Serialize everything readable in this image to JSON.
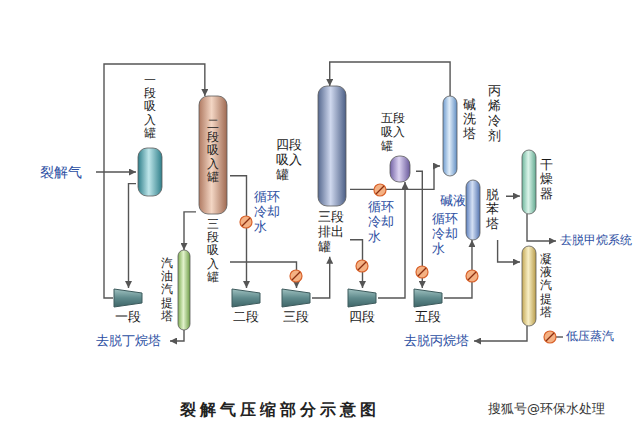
{
  "diagram": {
    "title": "裂解气压缩部分示意图",
    "nodes": [
      {
        "text": [
          "一段吸入罐"
        ]
      },
      {
        "text": [
          "二段吸入罐",
          "三段吸入罐"
        ]
      },
      {
        "text": [
          "汽油汽提塔"
        ]
      },
      {
        "text": [
          "四段吸入罐",
          "三段排出罐"
        ]
      },
      {
        "text": [
          "五段吸入罐"
        ]
      },
      {
        "text": [
          "碱洗塔"
        ]
      },
      {
        "text": [
          "脱苯塔"
        ]
      },
      {
        "text": [
          "干燥器"
        ]
      },
      {
        "text": [
          "凝液汽提塔"
        ]
      },
      {
        "text": [
          "一段"
        ]
      },
      {
        "text": [
          "二段"
        ]
      },
      {
        "text": [
          "三段"
        ]
      },
      {
        "text": [
          "四段"
        ]
      },
      {
        "text": [
          "五段"
        ]
      }
    ],
    "edges": [
      {
        "from": 0,
        "to": 9,
        "arrow": "to"
      },
      {
        "from": 9,
        "to": 1,
        "arrow": "to"
      },
      {
        "from": 1,
        "to": 2,
        "arrow": "to"
      },
      {
        "from": 1,
        "to": 10,
        "arrow": "to"
      },
      {
        "from": 1,
        "to": 11,
        "arrow": "to"
      },
      {
        "from": 11,
        "to": 3,
        "arrow": "to"
      },
      {
        "from": 3,
        "to": 12,
        "arrow": "to"
      },
      {
        "from": 3,
        "to": 5,
        "arrow": "to"
      },
      {
        "from": 5,
        "to": 3,
        "arrow": "to"
      },
      {
        "from": 12,
        "to": 4,
        "arrow": "to"
      },
      {
        "from": 4,
        "to": 13,
        "arrow": "to"
      },
      {
        "from": 13,
        "to": 6,
        "arrow": "to"
      },
      {
        "from": 6,
        "to": 7,
        "arrow": "to"
      },
      {
        "from": 6,
        "to": 8,
        "arrow": "to"
      }
    ],
    "labels": [
      "裂解气",
      "循环冷却水",
      "循环冷却水",
      "循环冷却水",
      "丙烯冷剂",
      "碱液",
      "去脱甲烷系统",
      "去脱丁烷塔",
      "去脱丙烷塔",
      "低压蒸汽",
      "搜狐号@环保水处理"
    ]
  }
}
